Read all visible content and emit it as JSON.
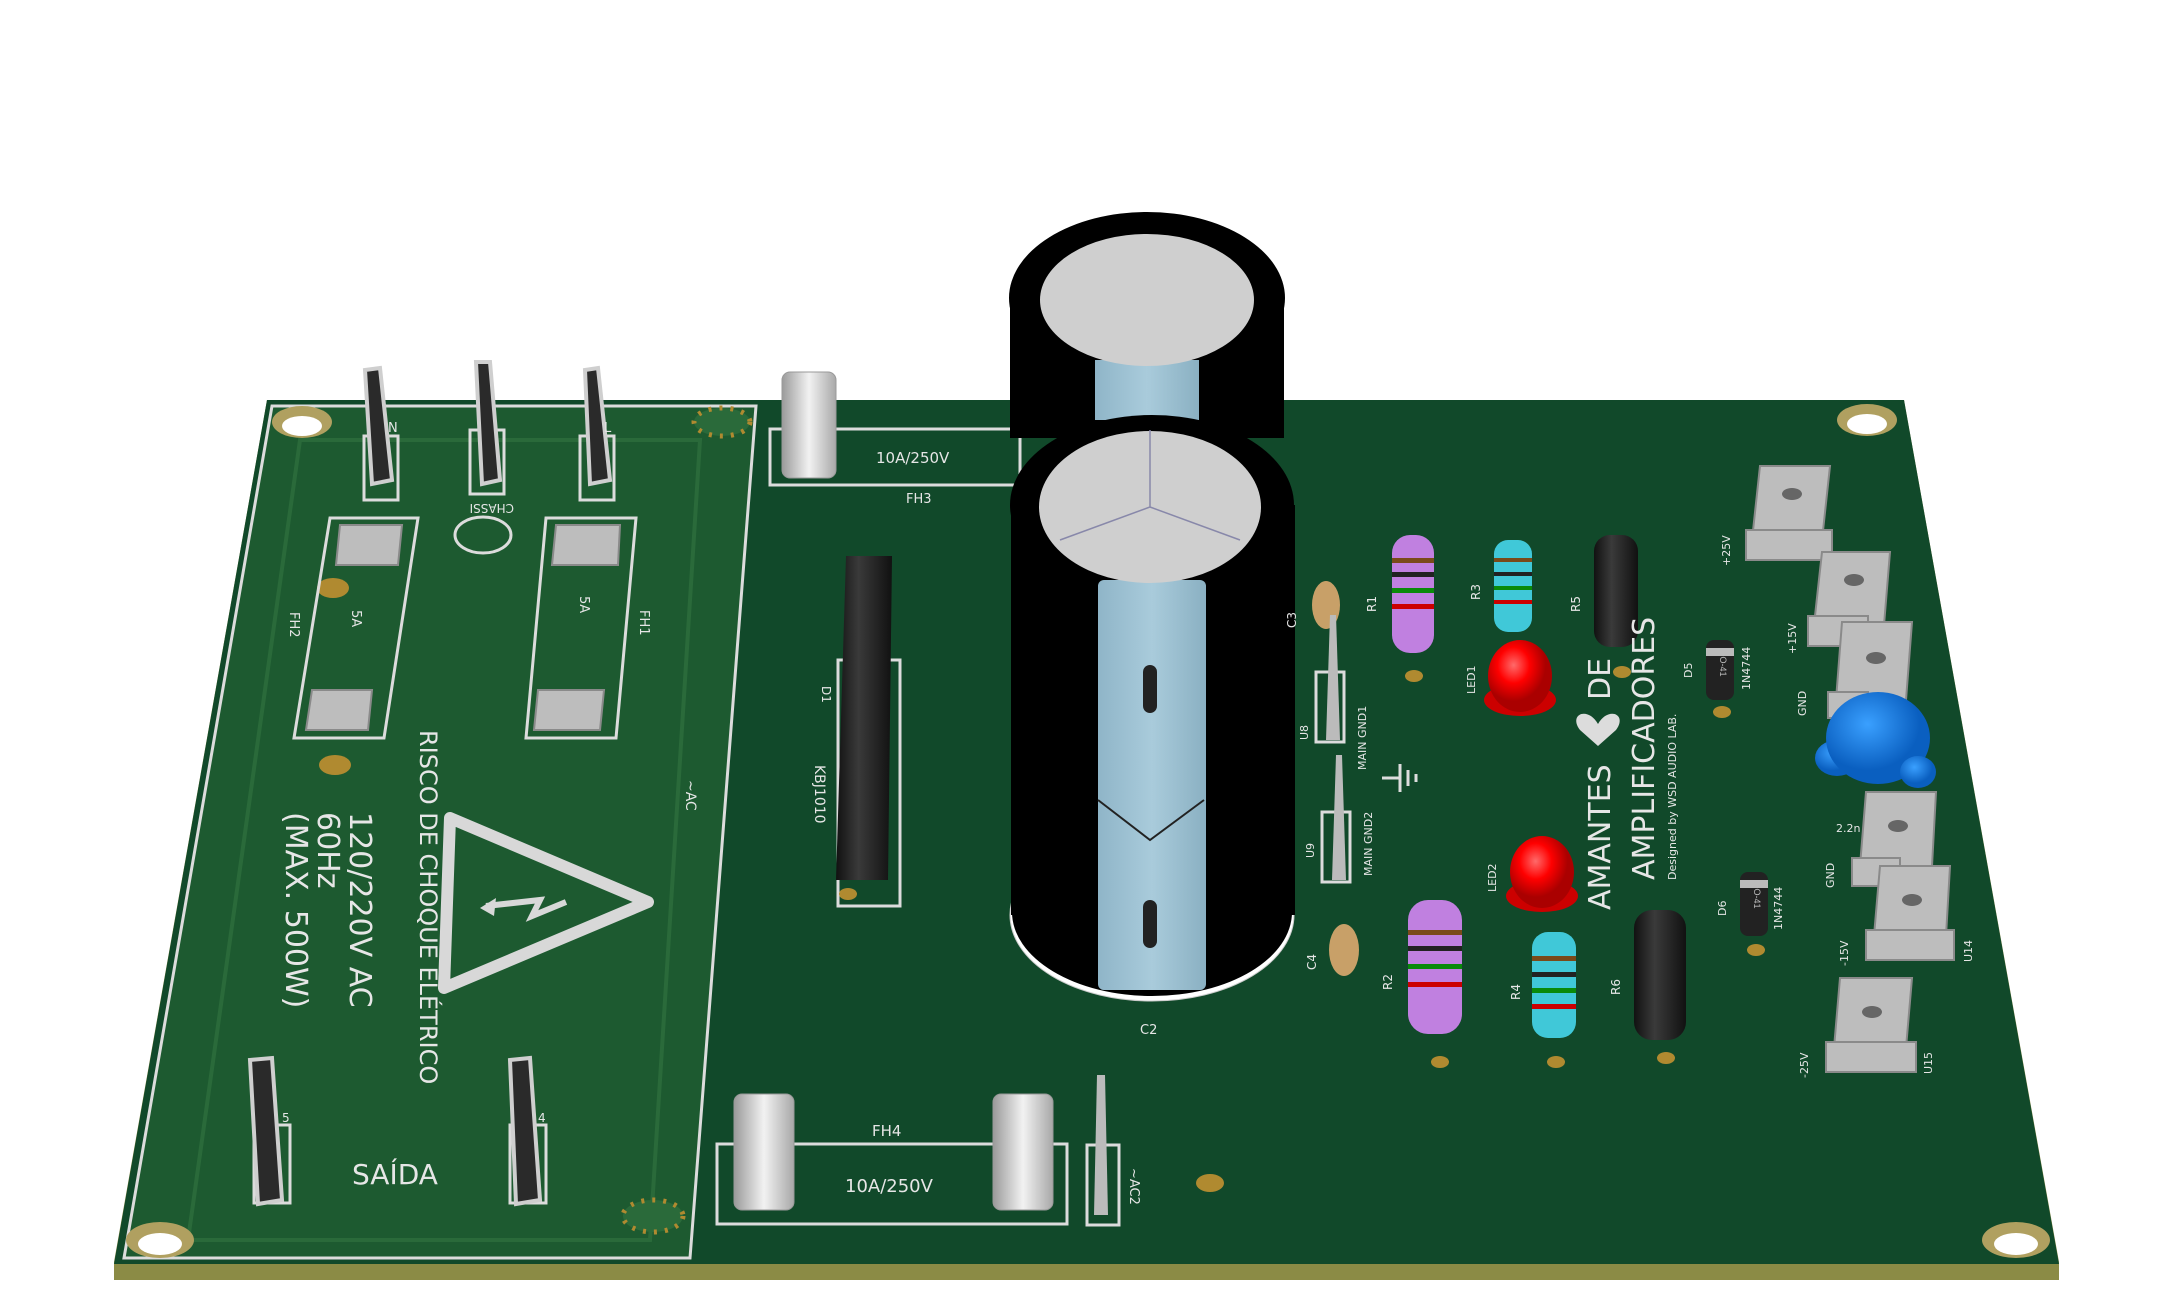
{
  "board": {
    "colors": {
      "pcb": "#11492a",
      "pcb_light": "#1d5a30",
      "edge": "#8b8b45",
      "silk": "#e6e6e6"
    },
    "left_panel": {
      "terminal_labels": [
        "N",
        "CHASSI",
        "L"
      ],
      "fuse_holders": [
        {
          "ref": "FH2",
          "rating": "5A"
        },
        {
          "ref": "FH1",
          "rating": "5A"
        }
      ],
      "warning_title": "RISCO DE CHOQUE ELÉTRICO",
      "voltage": "120/220V  AC",
      "frequency": "60Hz",
      "max_power": "(MAX. 500W)",
      "ac_label": "~AC",
      "output_label": "SAÍDA",
      "output_terminals": [
        "5",
        "4"
      ]
    },
    "center": {
      "fh3": {
        "ref": "FH3",
        "rating": "10A/250V"
      },
      "fh4": {
        "ref": "FH4",
        "rating": "10A/250V"
      },
      "rectifier": {
        "ref": "D1",
        "part": "KBJ1010"
      },
      "capacitor": "C2",
      "ac2": "~AC2"
    },
    "right": {
      "caps": [
        "C3",
        "C4"
      ],
      "resistors": [
        "R1",
        "R2",
        "R3",
        "R4",
        "R5",
        "R6"
      ],
      "leds": [
        "LED1",
        "LED2"
      ],
      "grounds": [
        {
          "ref": "U8",
          "label": "MAIN GND1"
        },
        {
          "ref": "U9",
          "label": "MAIN GND2"
        }
      ],
      "diodes": [
        {
          "ref": "D5",
          "part": "1N4744",
          "pkg": "DO-41"
        },
        {
          "ref": "D6",
          "part": "1N4744",
          "pkg": "DO-41"
        }
      ],
      "logo": {
        "line1": "AMANTES",
        "line1b": "DE",
        "line2": "AMPLIFICADORES",
        "credit": "Designed by WSD AUDIO LAB."
      },
      "outputs": [
        {
          "label": "+25V"
        },
        {
          "label": "+15V"
        },
        {
          "label": "GND"
        },
        {
          "label": "GND"
        },
        {
          "label": "-15V",
          "ref": "U14"
        },
        {
          "label": "-25V",
          "ref": "U15"
        }
      ],
      "film_cap": "2.2n"
    }
  }
}
